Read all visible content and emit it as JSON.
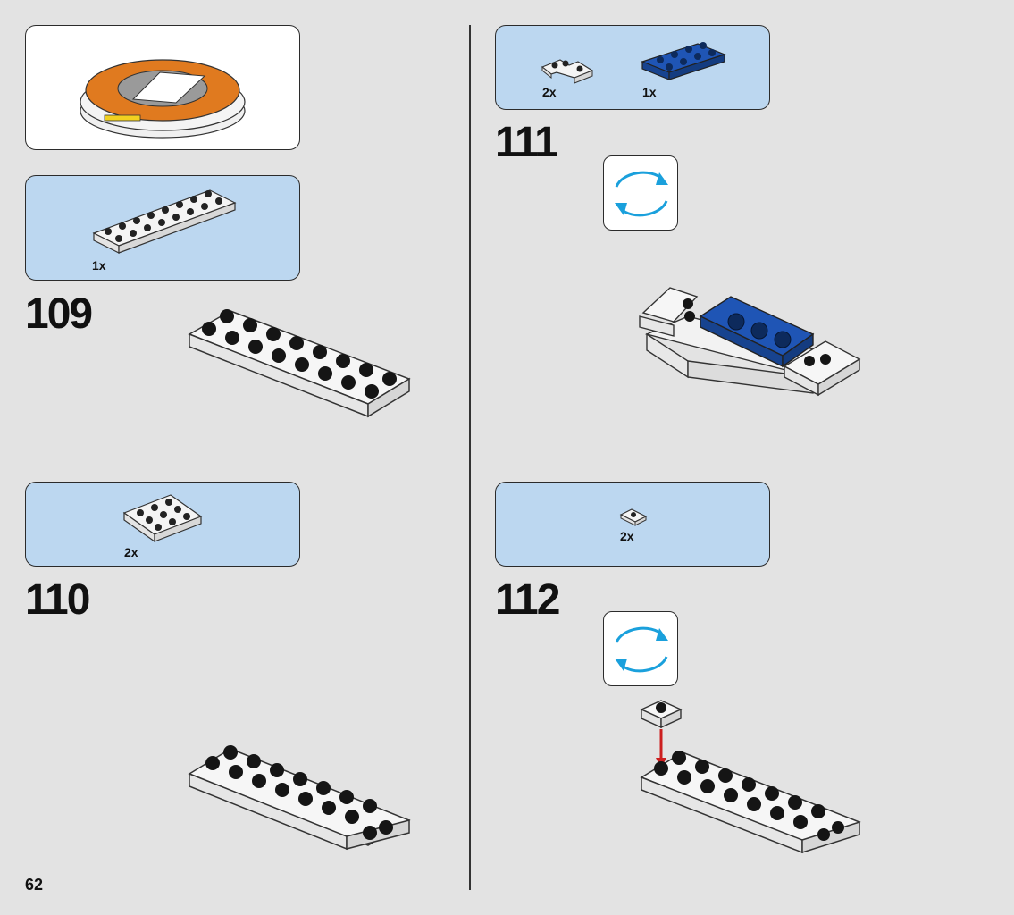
{
  "page": {
    "number": "62"
  },
  "steps": [
    {
      "number": "109",
      "parts": [
        {
          "qty": "1x",
          "icon": "white-plate-2x8"
        }
      ]
    },
    {
      "number": "110",
      "parts": [
        {
          "qty": "2x",
          "icon": "white-plate-3x4"
        }
      ]
    },
    {
      "number": "111",
      "parts": [
        {
          "qty": "2x",
          "icon": "white-corner-plate"
        },
        {
          "qty": "1x",
          "icon": "blue-plate-2x4"
        }
      ],
      "rotate": "rotate-model-icon"
    },
    {
      "number": "112",
      "parts": [
        {
          "qty": "2x",
          "icon": "white-plate-1x1"
        }
      ],
      "rotate": "rotate-model-icon"
    }
  ],
  "colors": {
    "background": "#e3e3e3",
    "parts_panel": "#bcd7f0",
    "brick_white": "#f4f4f4",
    "brick_blue": "#1f55b5",
    "brick_orange": "#e07a1f",
    "rotate_arrow": "#1aa0dc",
    "arrow_red": "#cc1f1f"
  }
}
